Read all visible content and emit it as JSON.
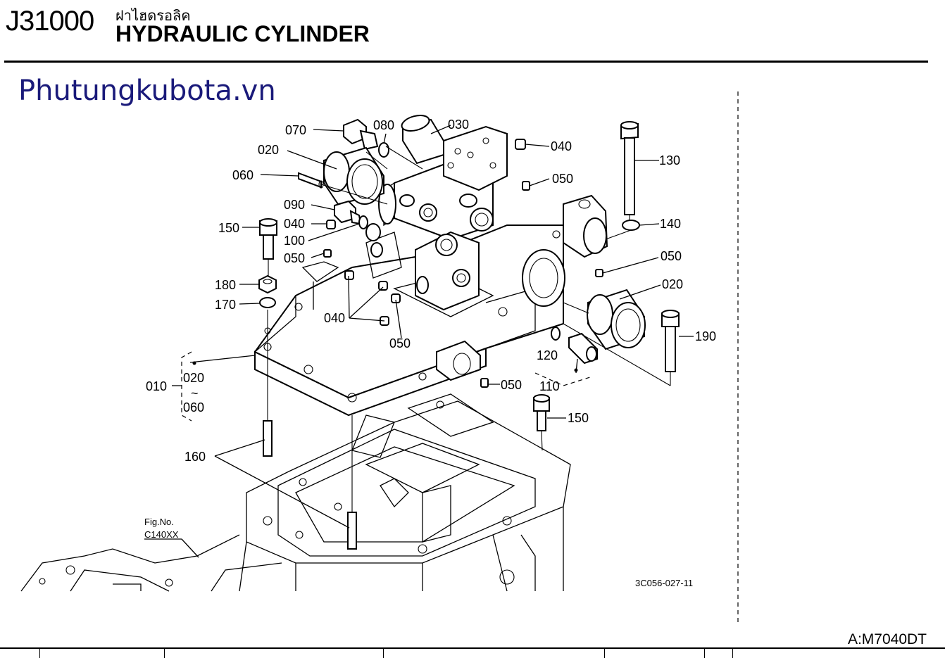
{
  "header": {
    "code": "J31000",
    "thai_title": "ฝาไฮดรอลิค",
    "title": "HYDRAULIC CYLINDER"
  },
  "watermark": "Phutungkubota.vn",
  "figure": {
    "fig_label": "Fig.No.",
    "fig_ref": "C140XX",
    "drawing_id": "3C056-027-11"
  },
  "callouts": {
    "p010": "010",
    "p020a": "020",
    "p020b": "020",
    "p020c": "020",
    "tilde": "~",
    "p030": "030",
    "p040a": "040",
    "p040b": "040",
    "p040c": "040",
    "p050a": "050",
    "p050b": "050",
    "p050c": "050",
    "p050d": "050",
    "p050e": "050",
    "p060a": "060",
    "p060b": "060",
    "p070": "070",
    "p080": "080",
    "p090": "090",
    "p100": "100",
    "p110": "110",
    "p120": "120",
    "p130": "130",
    "p140": "140",
    "p150a": "150",
    "p150b": "150",
    "p160": "160",
    "p170": "170",
    "p180": "180",
    "p190": "190"
  },
  "footer": {
    "model": "A:M7040DT"
  }
}
